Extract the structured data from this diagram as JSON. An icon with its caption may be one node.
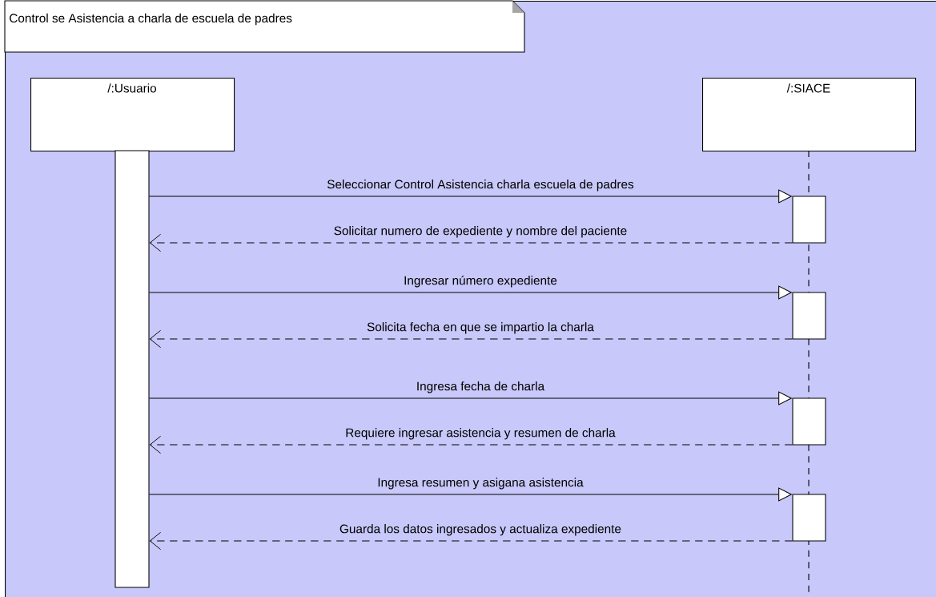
{
  "diagram": {
    "nodes": [
      {
        "text": [
          "Control se Asistencia a charla de escuela de padres"
        ]
      },
      {
        "text": [
          "/:Usuario"
        ],
        "in": 0
      },
      {
        "text": [
          "/:SIACE"
        ],
        "in": 0
      },
      {
        "text": [],
        "shape": "bar",
        "in": 0
      },
      {
        "text": [],
        "shape": "bar",
        "in": 0
      },
      {
        "text": [],
        "shape": "bar",
        "in": 0
      },
      {
        "text": [],
        "shape": "bar",
        "in": 0
      },
      {
        "text": [],
        "shape": "bar",
        "in": 0
      }
    ],
    "edges": [
      {
        "from": 3,
        "to": 4,
        "arrow": "to",
        "label": "Seleccionar Control Asistencia charla escuela de padres"
      },
      {
        "from": 4,
        "to": 3,
        "arrow": "to",
        "style": "dashed",
        "label": "Solicitar numero de expediente y nombre del paciente"
      },
      {
        "from": 3,
        "to": 5,
        "arrow": "to",
        "label": "Ingresar número expediente"
      },
      {
        "from": 5,
        "to": 3,
        "arrow": "to",
        "style": "dashed",
        "label": "Solicita fecha en que se impartio la charla"
      },
      {
        "from": 3,
        "to": 6,
        "arrow": "to",
        "label": "Ingresa fecha de charla"
      },
      {
        "from": 6,
        "to": 3,
        "arrow": "to",
        "style": "dashed",
        "label": "Requiere ingresar asistencia y resumen de charla"
      },
      {
        "from": 3,
        "to": 7,
        "arrow": "to",
        "label": "Ingresa resumen y asigana asistencia"
      },
      {
        "from": 7,
        "to": 3,
        "arrow": "to",
        "style": "dashed",
        "label": "Guarda los datos ingresados y actualiza expediente"
      }
    ]
  }
}
